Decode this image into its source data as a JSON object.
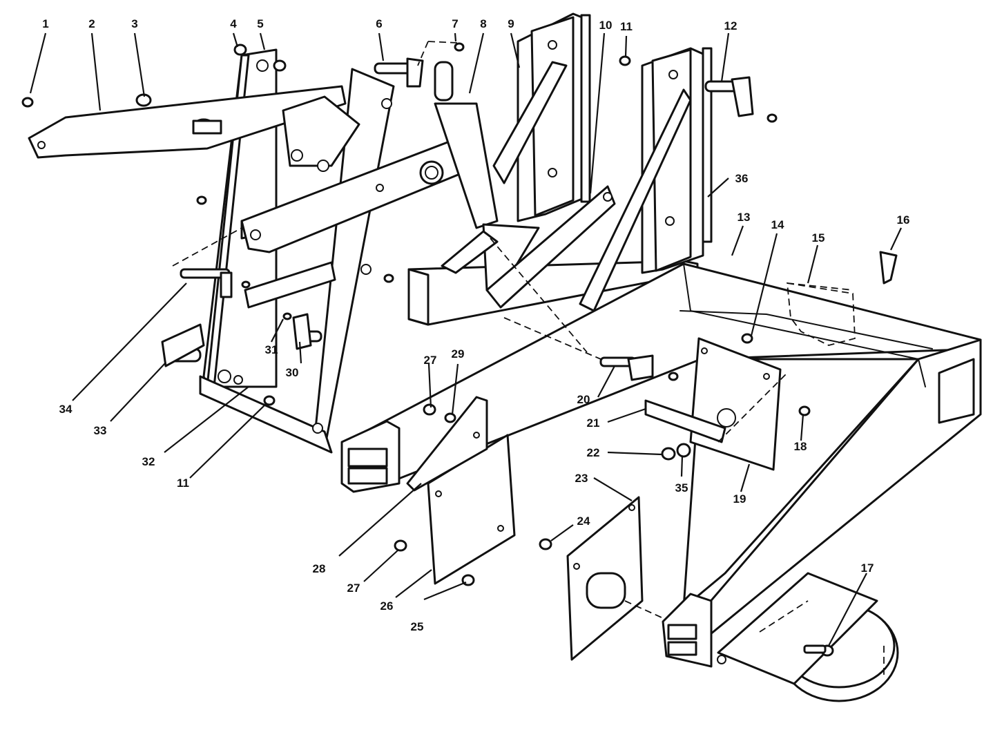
{
  "callouts": [
    {
      "id": "c1",
      "label": "1"
    },
    {
      "id": "c2",
      "label": "2"
    },
    {
      "id": "c3",
      "label": "3"
    },
    {
      "id": "c4",
      "label": "4"
    },
    {
      "id": "c5",
      "label": "5"
    },
    {
      "id": "c6",
      "label": "6"
    },
    {
      "id": "c7",
      "label": "7"
    },
    {
      "id": "c8",
      "label": "8"
    },
    {
      "id": "c9",
      "label": "9"
    },
    {
      "id": "c10",
      "label": "10"
    },
    {
      "id": "c11a",
      "label": "11"
    },
    {
      "id": "c12",
      "label": "12"
    },
    {
      "id": "c13",
      "label": "13"
    },
    {
      "id": "c14",
      "label": "14"
    },
    {
      "id": "c15",
      "label": "15"
    },
    {
      "id": "c16",
      "label": "16"
    },
    {
      "id": "c17",
      "label": "17"
    },
    {
      "id": "c18",
      "label": "18"
    },
    {
      "id": "c19",
      "label": "19"
    },
    {
      "id": "c20",
      "label": "20"
    },
    {
      "id": "c21",
      "label": "21"
    },
    {
      "id": "c22",
      "label": "22"
    },
    {
      "id": "c23",
      "label": "23"
    },
    {
      "id": "c24",
      "label": "24"
    },
    {
      "id": "c25",
      "label": "25"
    },
    {
      "id": "c26",
      "label": "26"
    },
    {
      "id": "c27a",
      "label": "27"
    },
    {
      "id": "c27b",
      "label": "27"
    },
    {
      "id": "c28",
      "label": "28"
    },
    {
      "id": "c29",
      "label": "29"
    },
    {
      "id": "c30",
      "label": "30"
    },
    {
      "id": "c31",
      "label": "31"
    },
    {
      "id": "c32",
      "label": "32"
    },
    {
      "id": "c33",
      "label": "33"
    },
    {
      "id": "c34",
      "label": "34"
    },
    {
      "id": "c35",
      "label": "35"
    },
    {
      "id": "c36",
      "label": "36"
    },
    {
      "id": "c11b",
      "label": "11"
    }
  ]
}
